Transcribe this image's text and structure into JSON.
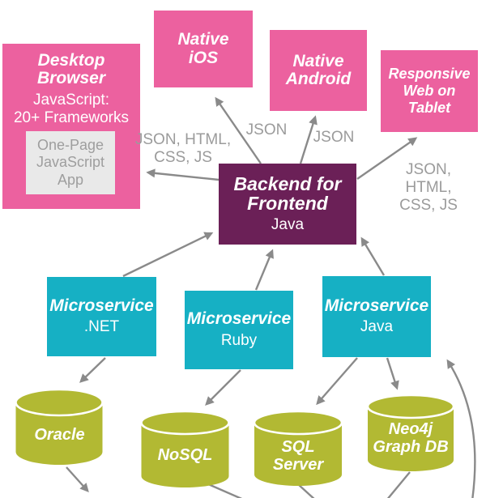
{
  "colors": {
    "pink": "#ec619f",
    "purple": "#6b2057",
    "teal": "#16b0c4",
    "olive": "#b2b933",
    "arrow_gray": "#8a8a8a",
    "label_gray": "#9b9b9b",
    "inner_box_bg": "#e9e9e9",
    "inner_box_text": "#9e9e9e"
  },
  "nodes": {
    "desktop_browser": {
      "title": "Desktop\nBrowser",
      "subtitle": "JavaScript:\n20+ Frameworks",
      "inner_app": "One-Page\nJavaScript\nApp"
    },
    "native_ios": {
      "title": "Native\niOS"
    },
    "native_android": {
      "title": "Native\nAndroid"
    },
    "responsive_web": {
      "title": "Responsive\nWeb on Tablet"
    },
    "backend_for_frontend": {
      "title": "Backend for\nFrontend",
      "subtitle": "Java"
    },
    "microservice_net": {
      "title": "Microservice",
      "subtitle": ".NET"
    },
    "microservice_ruby": {
      "title": "Microservice",
      "subtitle": "Ruby"
    },
    "microservice_java": {
      "title": "Microservice",
      "subtitle": "Java"
    },
    "db_oracle": {
      "label": "Oracle"
    },
    "db_nosql": {
      "label": "NoSQL"
    },
    "db_sql_server": {
      "label": "SQL\nServer"
    },
    "db_neo4j": {
      "label": "Neo4j\nGraph DB"
    }
  },
  "edge_labels": {
    "ios_json": "JSON",
    "android_json": "JSON",
    "desktop_payload": "JSON, HTML,\nCSS, JS",
    "tablet_payload": "JSON, HTML,\nCSS, JS"
  }
}
